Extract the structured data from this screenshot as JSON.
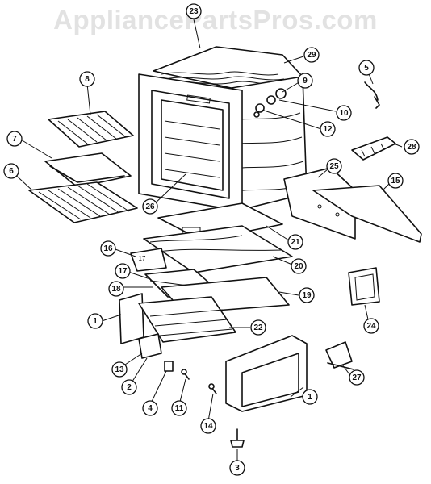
{
  "watermark": "AppliancePartsPros.com",
  "stray_label": "17",
  "callouts": [
    {
      "id": "23",
      "label": "23"
    },
    {
      "id": "29",
      "label": "29"
    },
    {
      "id": "9",
      "label": "9"
    },
    {
      "id": "5",
      "label": "5"
    },
    {
      "id": "8",
      "label": "8"
    },
    {
      "id": "10",
      "label": "10"
    },
    {
      "id": "12",
      "label": "12"
    },
    {
      "id": "7",
      "label": "7"
    },
    {
      "id": "28",
      "label": "28"
    },
    {
      "id": "6",
      "label": "6"
    },
    {
      "id": "25",
      "label": "25"
    },
    {
      "id": "15",
      "label": "15"
    },
    {
      "id": "26",
      "label": "26"
    },
    {
      "id": "21",
      "label": "21"
    },
    {
      "id": "16",
      "label": "16"
    },
    {
      "id": "20",
      "label": "20"
    },
    {
      "id": "17",
      "label": "17"
    },
    {
      "id": "18",
      "label": "18"
    },
    {
      "id": "19",
      "label": "19"
    },
    {
      "id": "1a",
      "label": "1"
    },
    {
      "id": "22",
      "label": "22"
    },
    {
      "id": "24",
      "label": "24"
    },
    {
      "id": "13",
      "label": "13"
    },
    {
      "id": "2",
      "label": "2"
    },
    {
      "id": "4",
      "label": "4"
    },
    {
      "id": "11",
      "label": "11"
    },
    {
      "id": "14",
      "label": "14"
    },
    {
      "id": "1b",
      "label": "1"
    },
    {
      "id": "27",
      "label": "27"
    },
    {
      "id": "3",
      "label": "3"
    }
  ]
}
